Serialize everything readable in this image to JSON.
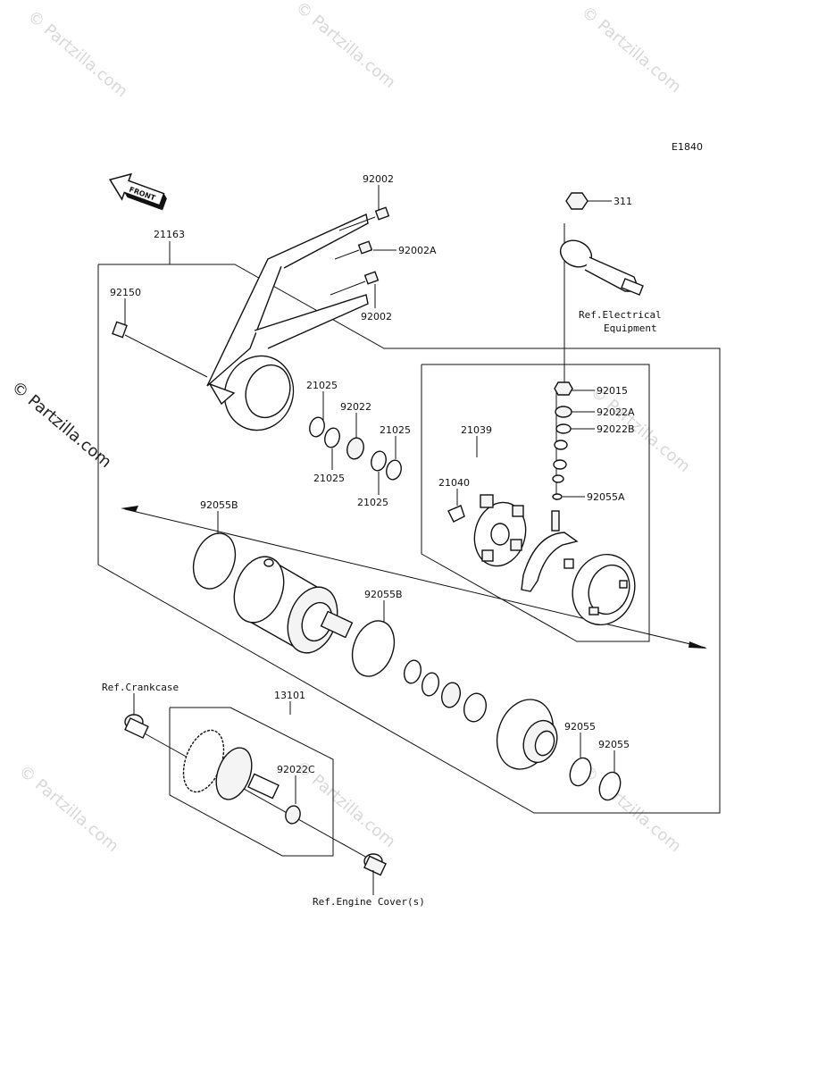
{
  "diagram_code": "E1840",
  "front_arrow_label": "FRONT",
  "watermark": "© Partzilla.com",
  "parts": {
    "p92002_top": "92002",
    "p92002A": "92002A",
    "p92002_bottom": "92002",
    "p21163": "21163",
    "p92150": "92150",
    "p311": "311",
    "p21025_a": "21025",
    "p92022": "92022",
    "p21025_b": "21025",
    "p21025_c": "21025",
    "p21025_d": "21025",
    "p21039": "21039",
    "p92015": "92015",
    "p92022A": "92022A",
    "p92022B": "92022B",
    "p21040": "21040",
    "p92055A": "92055A",
    "p92055B_a": "92055B",
    "p92055B_b": "92055B",
    "p13101": "13101",
    "p92022C": "92022C",
    "p92055_a": "92055",
    "p92055_b": "92055"
  },
  "refs": {
    "electrical_1": "Ref.Electrical",
    "electrical_2": "Equipment",
    "crankcase": "Ref.Crankcase",
    "engine_cover": "Ref.Engine Cover(s)"
  }
}
